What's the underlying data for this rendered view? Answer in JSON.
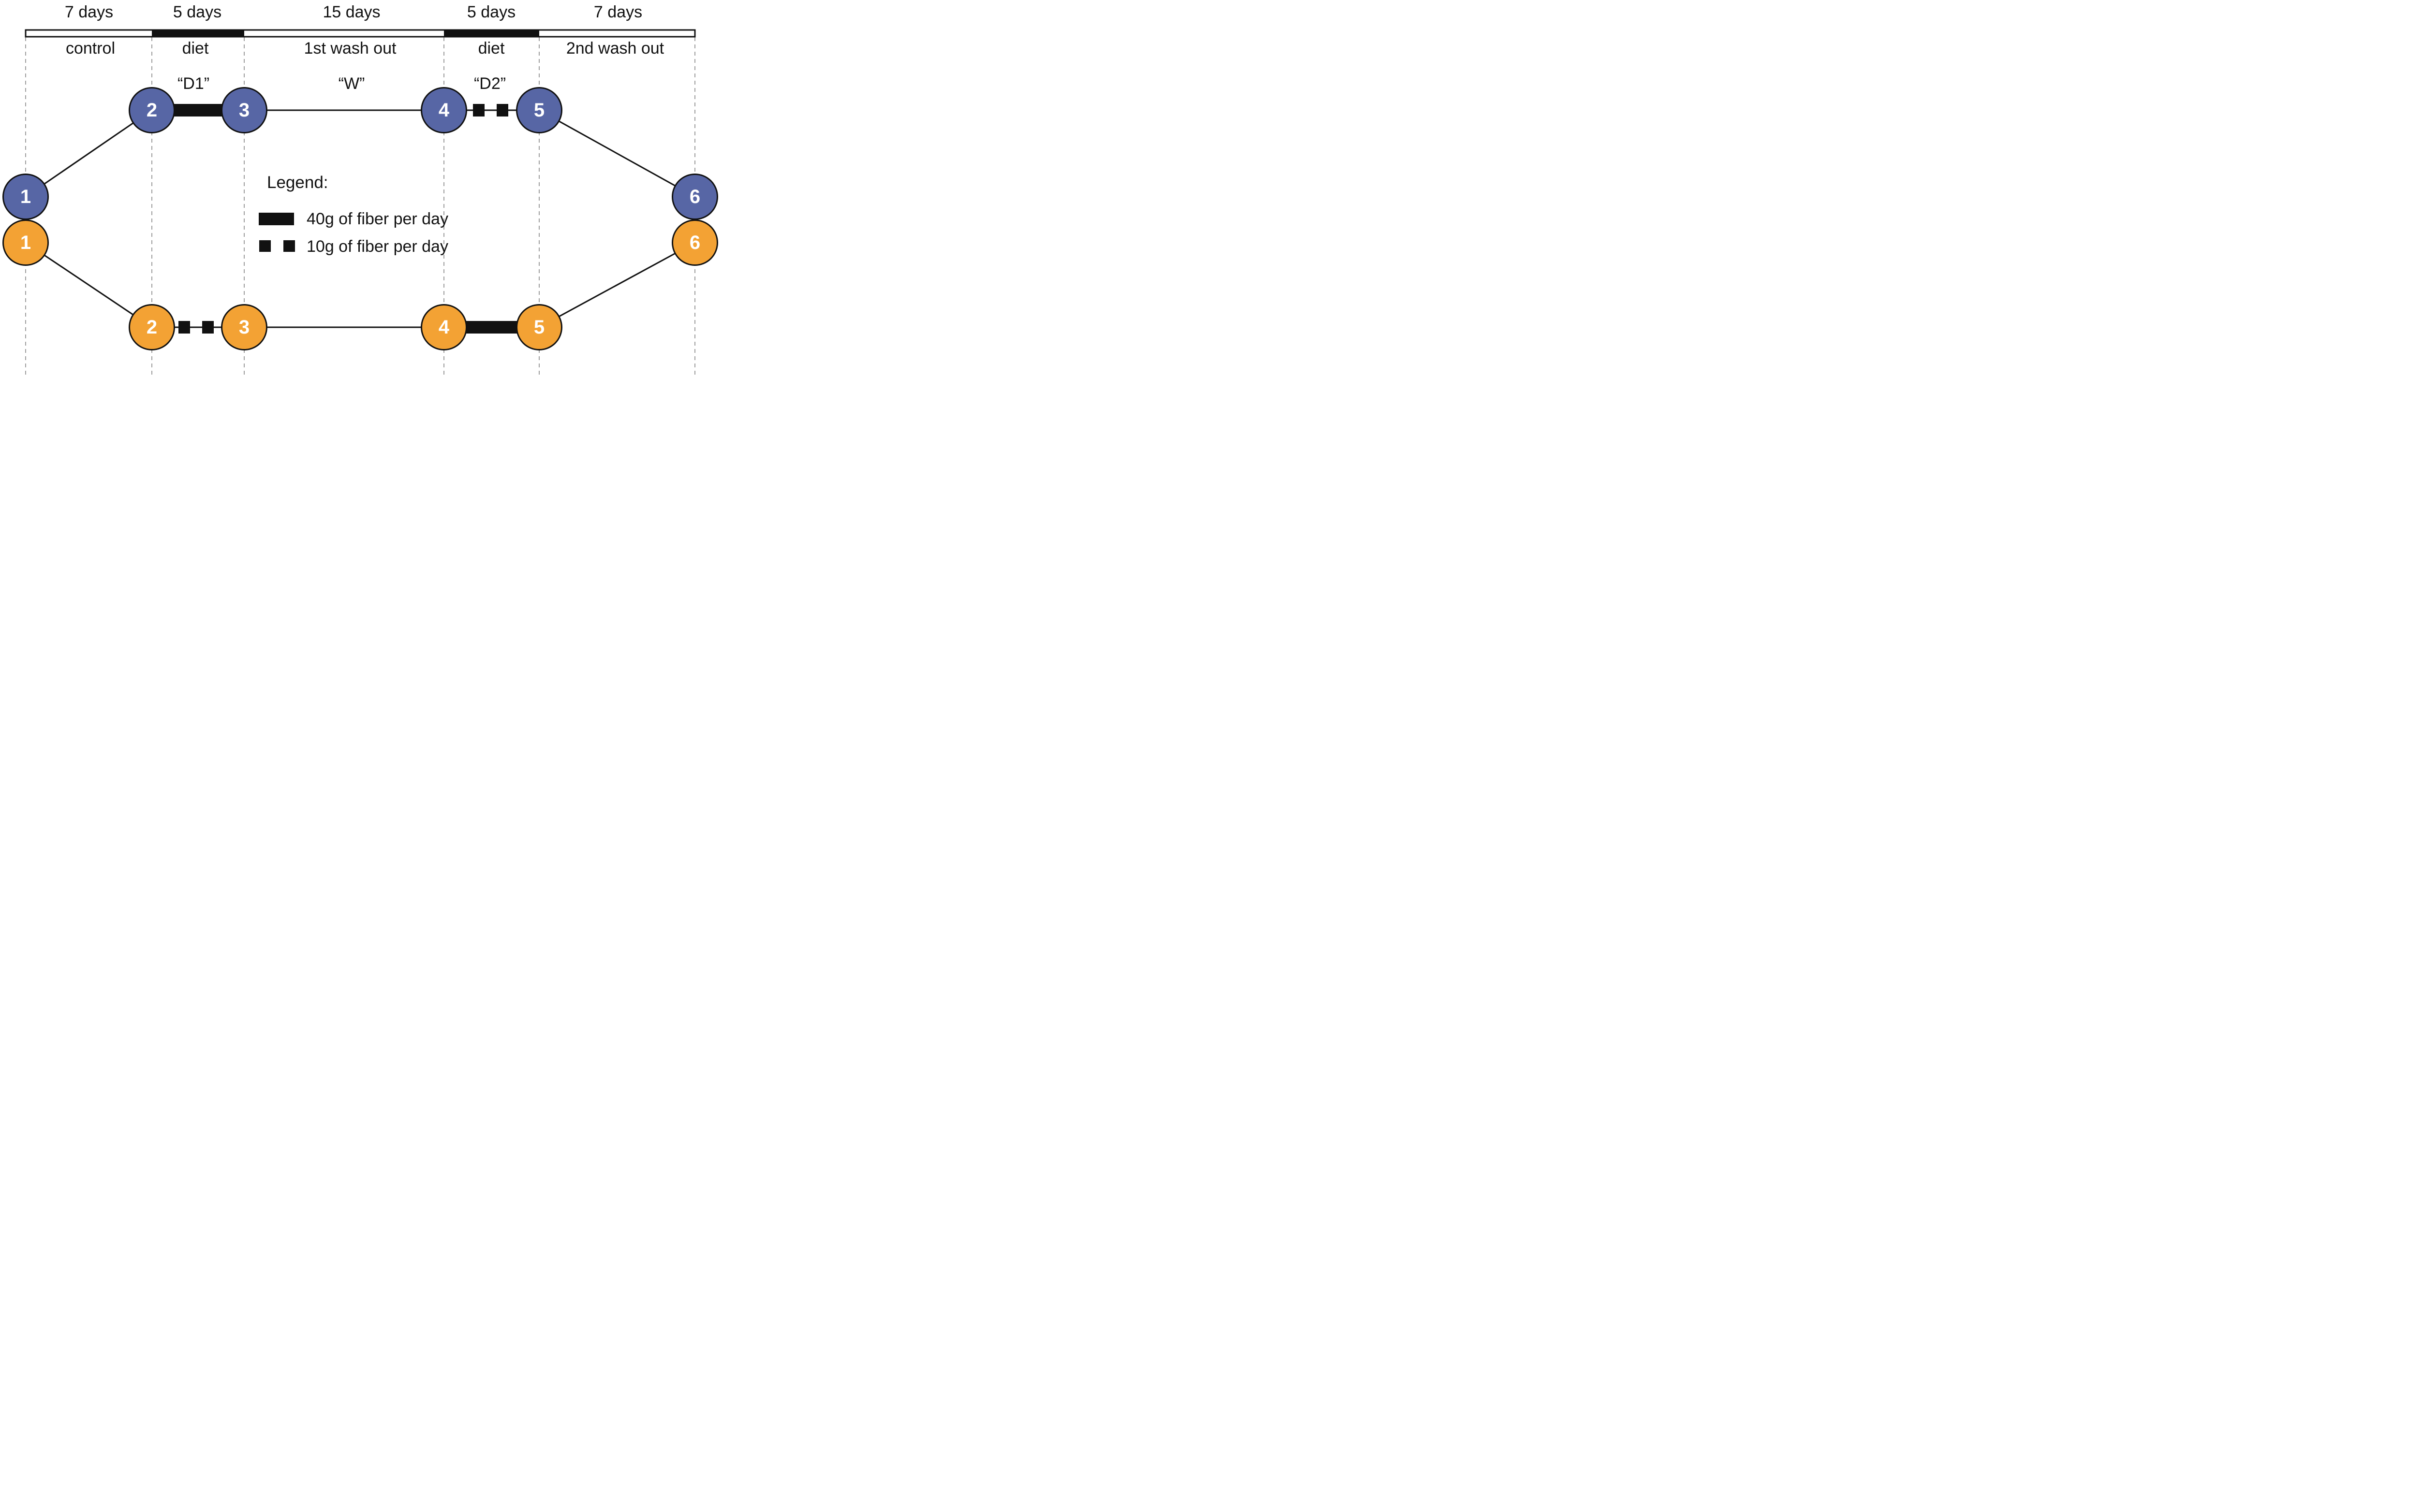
{
  "timeline": {
    "durations": [
      "7 days",
      "5 days",
      "15 days",
      "5 days",
      "7 days"
    ],
    "phases": [
      "control",
      "diet",
      "1st wash out",
      "diet",
      "2nd wash out"
    ]
  },
  "codes": {
    "d1": "“D1”",
    "w": "“W”",
    "d2": "“D2”"
  },
  "legend": {
    "title": "Legend:",
    "items": [
      {
        "swatch": "solid-bar",
        "label": "40g of fiber per day"
      },
      {
        "swatch": "dashed-squares",
        "label": "10g of fiber per day"
      }
    ]
  },
  "arms": {
    "blue": {
      "color": "#5766a5",
      "nodes": [
        "1",
        "2",
        "3",
        "4",
        "5",
        "6"
      ]
    },
    "orange": {
      "color": "#f3a234",
      "nodes": [
        "1",
        "2",
        "3",
        "4",
        "5",
        "6"
      ]
    }
  },
  "colors": {
    "ink": "#111111",
    "guide": "#9e9e9e",
    "bar_fill": "#ffffff"
  }
}
